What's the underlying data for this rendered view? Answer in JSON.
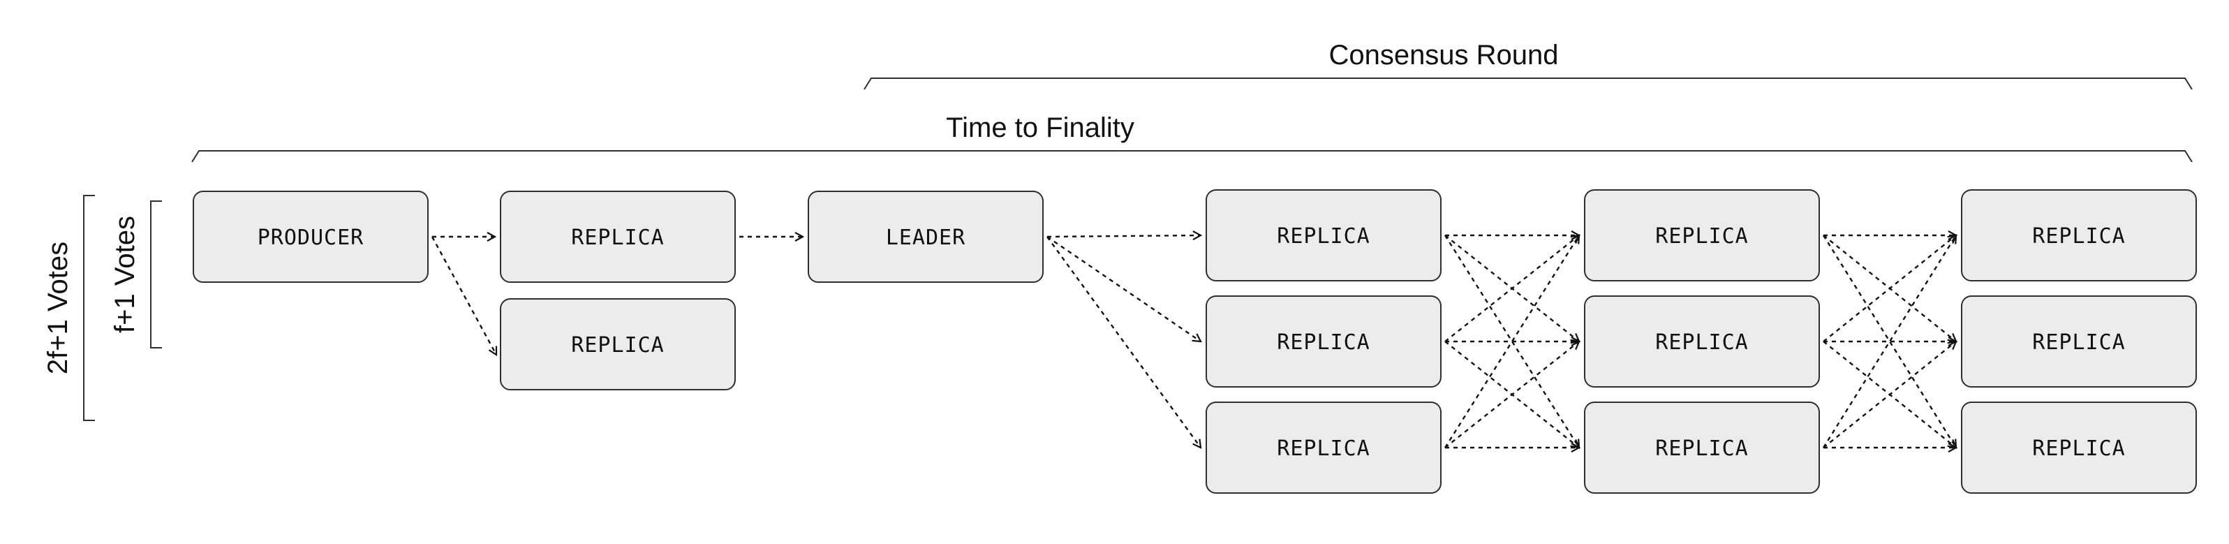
{
  "colors": {
    "node_fill": "#ececec",
    "node_stroke": "#2e2e2e",
    "edge": "#111111",
    "background": "#ffffff"
  },
  "spans": {
    "consensus_round": "Consensus Round",
    "time_to_finality": "Time to Finality"
  },
  "votes": {
    "outer": "2f+1 Votes",
    "inner": "f+1 Votes"
  },
  "nodes": [
    {
      "id": "producer",
      "label": "PRODUCER"
    },
    {
      "id": "replica-a1",
      "label": "REPLICA"
    },
    {
      "id": "replica-a2",
      "label": "REPLICA"
    },
    {
      "id": "leader",
      "label": "LEADER"
    },
    {
      "id": "replica-b1",
      "label": "REPLICA"
    },
    {
      "id": "replica-b2",
      "label": "REPLICA"
    },
    {
      "id": "replica-b3",
      "label": "REPLICA"
    },
    {
      "id": "replica-c1",
      "label": "REPLICA"
    },
    {
      "id": "replica-c2",
      "label": "REPLICA"
    },
    {
      "id": "replica-c3",
      "label": "REPLICA"
    },
    {
      "id": "replica-d1",
      "label": "REPLICA"
    },
    {
      "id": "replica-d2",
      "label": "REPLICA"
    },
    {
      "id": "replica-d3",
      "label": "REPLICA"
    }
  ],
  "edges": [
    {
      "from": "producer",
      "to": "replica-a1"
    },
    {
      "from": "producer",
      "to": "replica-a2"
    },
    {
      "from": "replica-a1",
      "to": "leader"
    },
    {
      "from": "leader",
      "to": "replica-b1"
    },
    {
      "from": "leader",
      "to": "replica-b2"
    },
    {
      "from": "leader",
      "to": "replica-b3"
    },
    {
      "from": "replica-b1",
      "to": "replica-c1"
    },
    {
      "from": "replica-b1",
      "to": "replica-c2"
    },
    {
      "from": "replica-b1",
      "to": "replica-c3"
    },
    {
      "from": "replica-b2",
      "to": "replica-c1"
    },
    {
      "from": "replica-b2",
      "to": "replica-c2"
    },
    {
      "from": "replica-b2",
      "to": "replica-c3"
    },
    {
      "from": "replica-b3",
      "to": "replica-c1"
    },
    {
      "from": "replica-b3",
      "to": "replica-c2"
    },
    {
      "from": "replica-b3",
      "to": "replica-c3"
    },
    {
      "from": "replica-c1",
      "to": "replica-d1"
    },
    {
      "from": "replica-c1",
      "to": "replica-d2"
    },
    {
      "from": "replica-c1",
      "to": "replica-d3"
    },
    {
      "from": "replica-c2",
      "to": "replica-d1"
    },
    {
      "from": "replica-c2",
      "to": "replica-d2"
    },
    {
      "from": "replica-c2",
      "to": "replica-d3"
    },
    {
      "from": "replica-c3",
      "to": "replica-d1"
    },
    {
      "from": "replica-c3",
      "to": "replica-d2"
    },
    {
      "from": "replica-c3",
      "to": "replica-d3"
    }
  ]
}
